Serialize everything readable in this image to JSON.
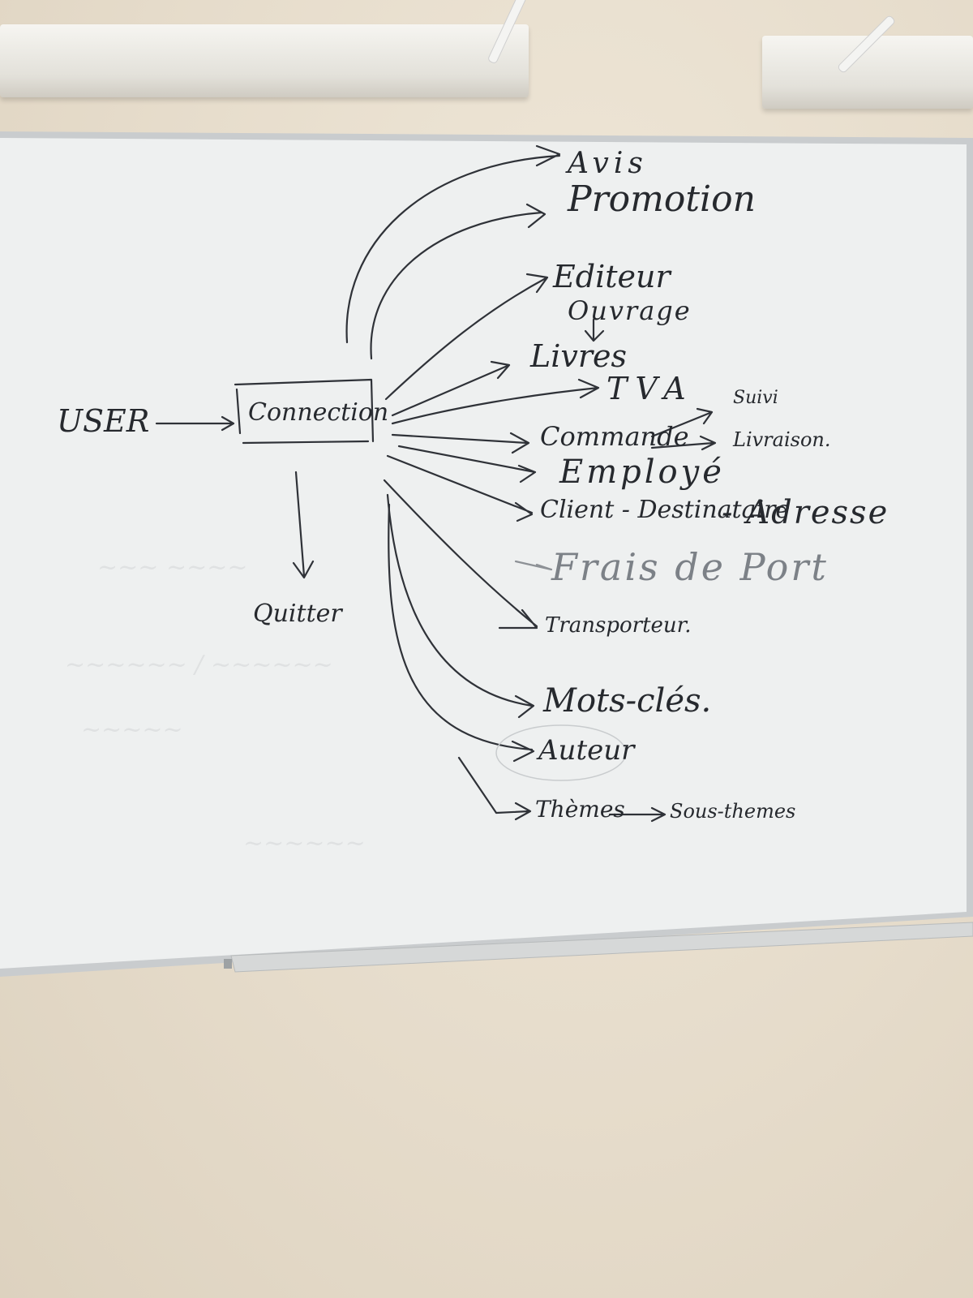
{
  "whiteboard": {
    "user": "USER",
    "connection": "Connection",
    "quit": "Quitter",
    "targets": {
      "avis": "Avis",
      "promotion": "Promotion",
      "editeur": "Editeur",
      "ouvrage": "Ouvrage",
      "livres": "Livres",
      "tva": "TVA",
      "commande": "Commande",
      "suivi": "Suivi",
      "livraison": "Livraison.",
      "employe": "Employé",
      "client": "Client - Destinataire",
      "adresse": "- Adresse",
      "frais": "Frais de Port",
      "transporteur": "Transporteur.",
      "motscles": "Mots-clés.",
      "auteur": "Auteur",
      "themes": "Thèmes",
      "soustheme": "Sous-themes"
    }
  },
  "colors": {
    "ink": "#2f3238",
    "board": "#f1f2f2",
    "wall": "#e9e0d0",
    "frame": "#c9ccce"
  }
}
